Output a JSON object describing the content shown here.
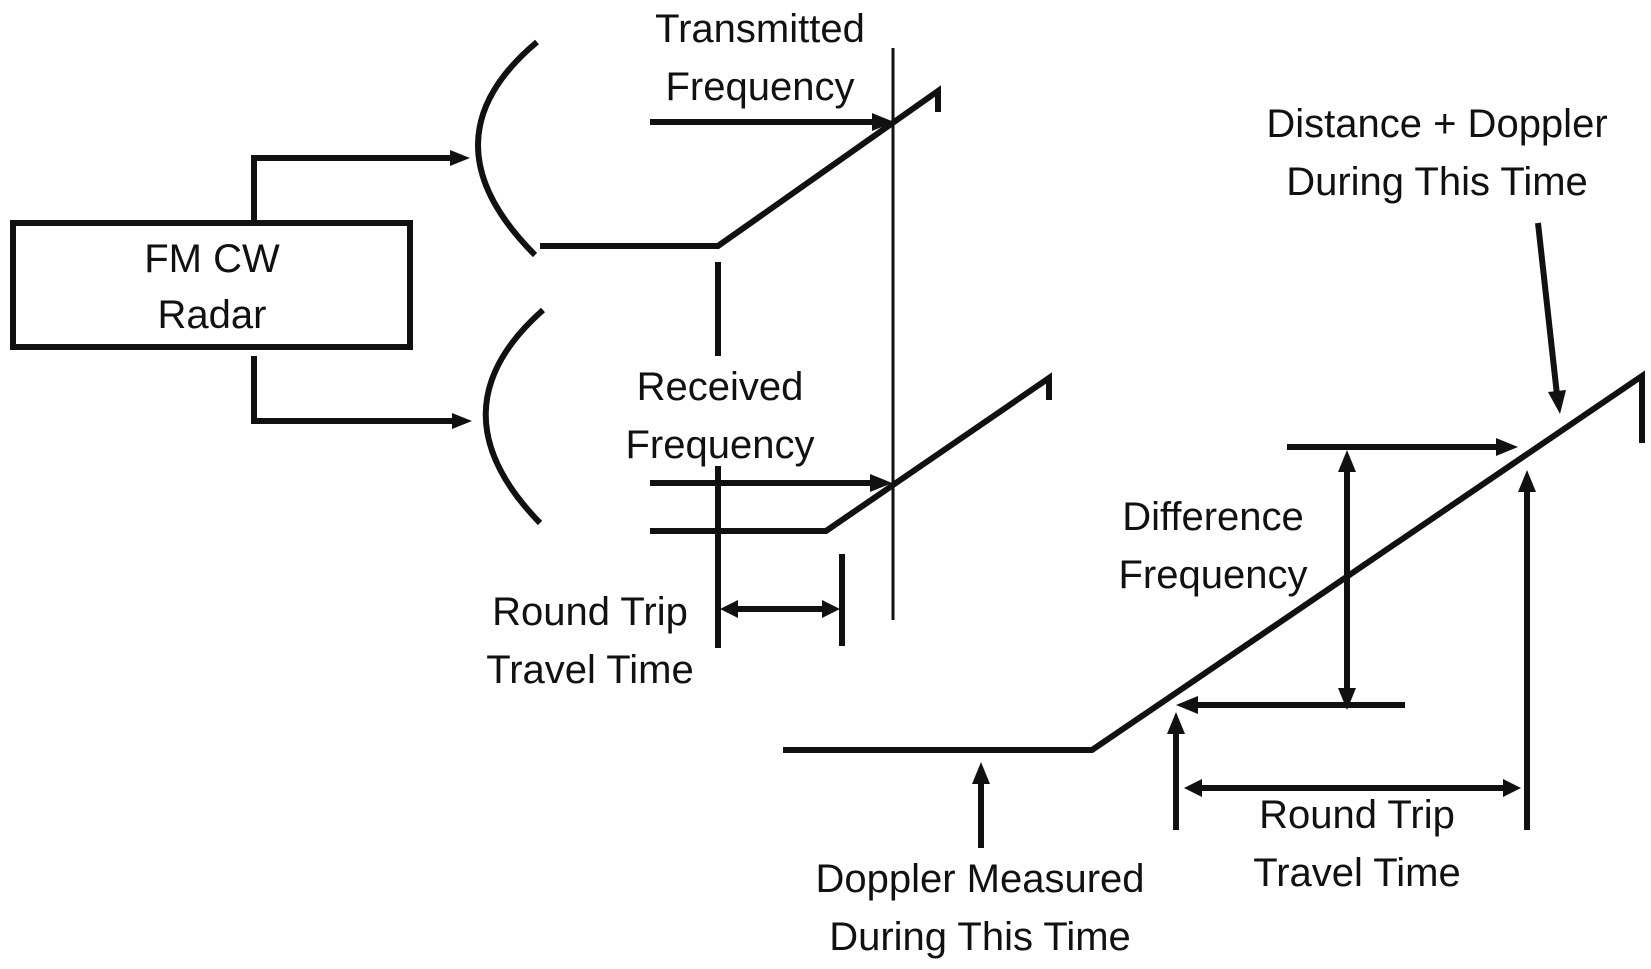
{
  "diagram": {
    "title": "FM CW radar ranging principle",
    "radar_box": {
      "line1": "FM CW",
      "line2": "Radar"
    },
    "transmitted_label": {
      "line1": "Transmitted",
      "line2": "Frequency"
    },
    "received_label": {
      "line1": "Received",
      "line2": "Frequency"
    },
    "round_trip_left": {
      "line1": "Round Trip",
      "line2": "Travel Time"
    },
    "distance_doppler": {
      "line1": "Distance + Doppler",
      "line2": "During This Time"
    },
    "difference_label": {
      "line1": "Difference",
      "line2": "Frequency"
    },
    "round_trip_right": {
      "line1": "Round Trip",
      "line2": "Travel Time"
    },
    "doppler_measured": {
      "line1": "Doppler Measured",
      "line2": "During This Time"
    },
    "colors": {
      "ink": "#111111",
      "background": "#ffffff"
    }
  }
}
